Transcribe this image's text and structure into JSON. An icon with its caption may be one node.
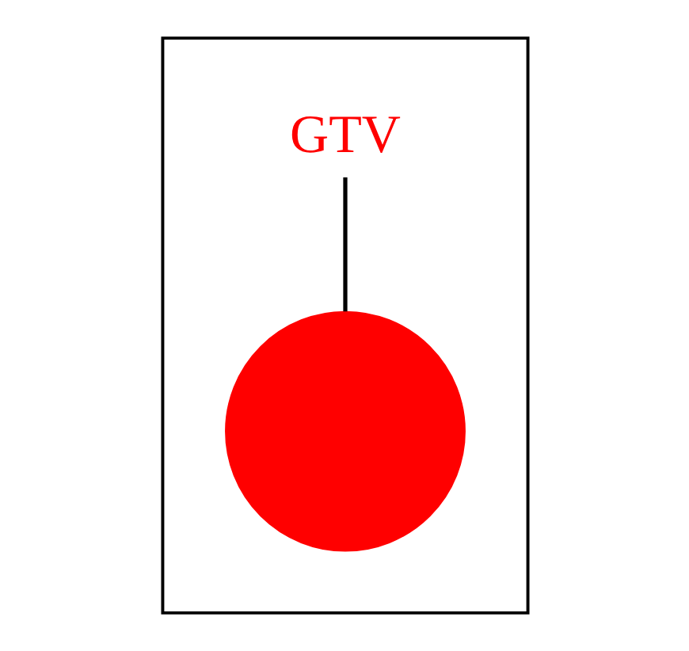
{
  "diagram": {
    "nodes": [
      {
        "text": [],
        "shape": "box"
      },
      {
        "text": [
          "GTV"
        ],
        "in": 0
      },
      {
        "text": [],
        "shape": "circle",
        "in": 0
      }
    ],
    "edges": [
      {
        "from": 1,
        "to": 2,
        "arrow": "none"
      }
    ]
  }
}
